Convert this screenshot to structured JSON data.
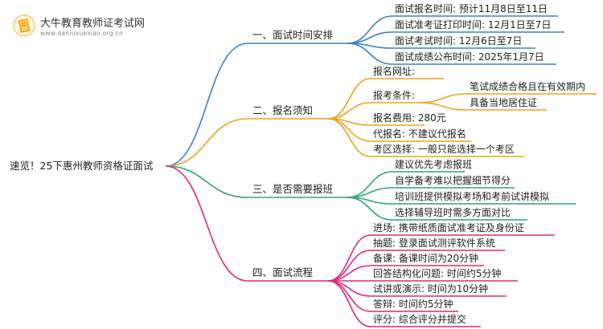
{
  "logo": {
    "title": "大牛教育教师证考试网",
    "url": "www.daniuxuexiao.org.cn",
    "icon": "book-logo-icon"
  },
  "root": {
    "label": "速览！25下惠州教师资格证面试"
  },
  "colors": {
    "blue": "#3b82c6",
    "orange": "#f0a020",
    "green": "#2ca870",
    "pink": "#e0287a"
  },
  "branches": [
    {
      "label": "一、面试时间安排",
      "children": [
        {
          "label": "面试报名时间: 预计11月8日至11日"
        },
        {
          "label": "面试准考证打印时间: 12月1日至7日"
        },
        {
          "label": "面试考试时间: 12月6日至7日"
        },
        {
          "label": "面试成绩公布时间: 2025年1月7日"
        }
      ]
    },
    {
      "label": "二、报名须知",
      "children": [
        {
          "label": "报名网址:"
        },
        {
          "label": "报考条件:",
          "children": [
            {
              "label": "笔试成绩合格且在有效期内"
            },
            {
              "label": "具备当地居住证"
            }
          ]
        },
        {
          "label": "报名费用: 280元"
        },
        {
          "label": "代报名: 不建议代报名"
        },
        {
          "label": "考区选择: 一般只能选择一个考区"
        }
      ]
    },
    {
      "label": "三、是否需要报班",
      "children": [
        {
          "label": "建议优先考虑报班"
        },
        {
          "label": "自学备考难以把握细节得分"
        },
        {
          "label": "培训班提供模拟考场和考前试讲模拟"
        },
        {
          "label": "选择辅导班时需多方面对比"
        }
      ]
    },
    {
      "label": "四、面试流程",
      "children": [
        {
          "label": "进场: 携带纸质面试准考证及身份证"
        },
        {
          "label": "抽题: 登录面试测评软件系统"
        },
        {
          "label": "备课: 备课时间为20分钟"
        },
        {
          "label": "回答结构化问题: 时间约5分钟"
        },
        {
          "label": "试讲或演示: 时间为10分钟"
        },
        {
          "label": "答辩: 时间约5分钟"
        },
        {
          "label": "评分: 综合评分并提交"
        }
      ]
    }
  ]
}
